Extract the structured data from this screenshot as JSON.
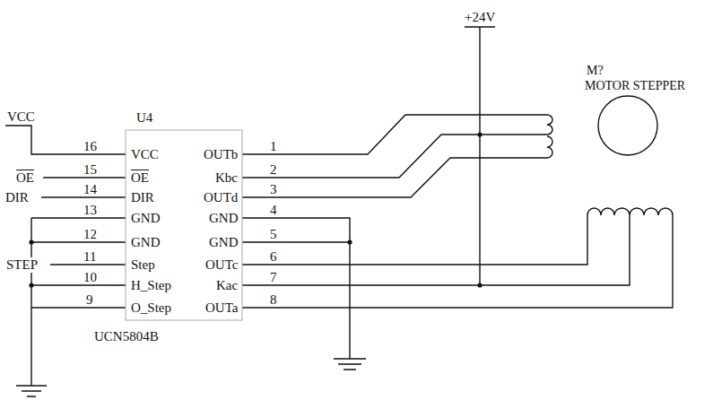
{
  "diagram": {
    "nodes": [
      {
        "text": [
          "U4",
          "UCN5804B"
        ]
      },
      {
        "text": [
          "M?",
          "MOTOR STEPPER"
        ]
      }
    ],
    "labels": [
      "VCC",
      "OE",
      "DIR",
      "STEP",
      "+24V",
      "16",
      "15",
      "14",
      "13",
      "12",
      "11",
      "10",
      "9",
      "VCC",
      "OE",
      "DIR",
      "GND",
      "GND",
      "Step",
      "H_Step",
      "O_Step",
      "1",
      "2",
      "3",
      "4",
      "5",
      "6",
      "7",
      "8",
      "OUTb",
      "Kbc",
      "OUTd",
      "GND",
      "GND",
      "OUTc",
      "Kac",
      "OUTa"
    ]
  }
}
